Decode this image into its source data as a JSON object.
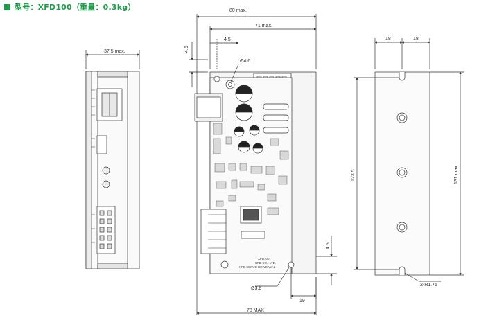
{
  "header": {
    "title": "型号：XFD100（重量：0.3kg）"
  },
  "side_view": {
    "width_label": "37.5 max."
  },
  "front_view": {
    "overall_width_label": "80 max.",
    "inner_width_label": "71 max.",
    "offset_label": "4.5",
    "top_offset_label": "4.5",
    "hole_top_label": "Ø4.6",
    "hole_bottom_label": "Ø3.6",
    "bottom_offset_label": "4.5",
    "bottom_edge_label": "19",
    "board_width_label": "78 MAX",
    "pcb_text_line1": "XFD100",
    "pcb_text_line2": "XFD CO., LTD.",
    "pcb_text_line3": "XFD SERVO DRIVE Ver.1"
  },
  "rear_view": {
    "left_span_label": "18",
    "right_span_label": "18",
    "hole_spacing_label": "123.5",
    "height_label": "131 max.",
    "corner_radius_label": "2-R1.75"
  }
}
